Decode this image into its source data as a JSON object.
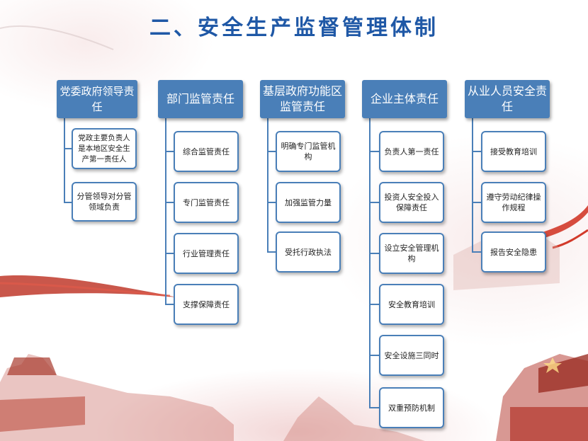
{
  "title": "二、安全生产监督管理体制",
  "columns": [
    {
      "header": "党委政府领导责任",
      "items": [
        "党政主要负责人是本地区安全生产第一责任人",
        "分管领导对分管领域负责"
      ]
    },
    {
      "header": "部门监管责任",
      "items": [
        "综合监管责任",
        "专门监管责任",
        "行业管理责任",
        "支撑保障责任"
      ]
    },
    {
      "header": "基层政府功能区监管责任",
      "items": [
        "明确专门监管机构",
        "加强监管力量",
        "受托行政执法"
      ]
    },
    {
      "header": "企业主体责任",
      "items": [
        "负责人第一责任",
        "投资人安全投入保障责任",
        "设立安全管理机构",
        "安全教育培训",
        "安全设施三同时",
        "双重预防机制"
      ]
    },
    {
      "header": "从业人员安全责任",
      "items": [
        "接受教育培训",
        "遵守劳动纪律操作规程",
        "报告安全隐患"
      ]
    }
  ],
  "colors": {
    "title": "#1f58a6",
    "header_fill": "#4a7fb8",
    "box_border": "#4a7fb8"
  }
}
